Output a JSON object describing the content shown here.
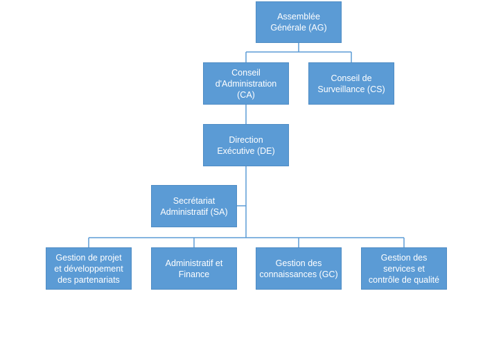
{
  "chart": {
    "nodes": {
      "ag": "Assemblée\nGénérale (AG)",
      "ca": "Conseil\nd'Administration\n(CA)",
      "cs": "Conseil de\nSurveillance (CS)",
      "de": "Direction\nExécutive (DE)",
      "sa": "Secrétariat\nAdministratif (SA)",
      "gp": "Gestion de projet\net développement\ndes partenariats",
      "af": "Administratif et\nFinance",
      "gc": "Gestion des\nconnaissances (GC)",
      "gs": "Gestion des\nservices et\ncontrôle de qualité"
    },
    "colors": {
      "box_fill": "#5b9bd5",
      "connector": "#5b9bd5",
      "text": "#ffffff"
    }
  }
}
